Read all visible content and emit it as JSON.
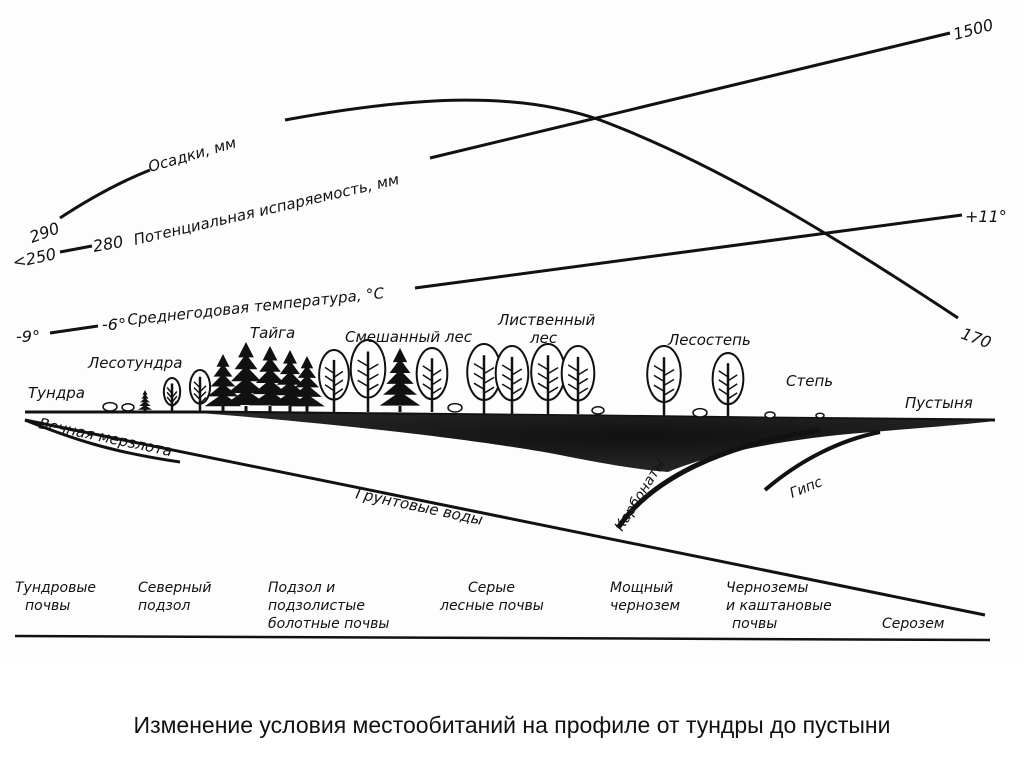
{
  "caption": "Изменение условия местообитаний на профиле от тундры до пустыни",
  "curves": {
    "precip_label": "Осадки, мм",
    "precip_start": "290",
    "precip_end": "170",
    "evap_label": "Потенциальная испаряемость, мм",
    "evap_start": "<250",
    "evap_mid": "280",
    "evap_end": "1500",
    "temp_label": "Среднегодовая температура, °C",
    "temp_start": "-9°",
    "temp_mid": "-6°",
    "temp_end": "+11°"
  },
  "zones": {
    "tundra": "Тундра",
    "forest_tundra": "Лесотундра",
    "taiga": "Тайга",
    "mixed_forest": "Смешанный лес",
    "deciduous_line1": "Лиственный",
    "deciduous_line2": "лес",
    "forest_steppe": "Лесостепь",
    "steppe": "Степь",
    "desert": "Пустыня"
  },
  "subsurface": {
    "permafrost": "Вечная мерзлота",
    "groundwater": "Грунтовые воды",
    "carbonates": "Карбонаты",
    "gypsum": "Гипс"
  },
  "soils": {
    "tundra_l1": "Тундровые",
    "tundra_l2": "почвы",
    "north_podzol_l1": "Северный",
    "north_podzol_l2": "подзол",
    "podzol_l1": "Подзол и",
    "podzol_l2": "подзолистые",
    "podzol_l3": "болотные почвы",
    "grey_l1": "Серые",
    "grey_l2": "лесные почвы",
    "chernozem_l1": "Мощный",
    "chernozem_l2": "чернозем",
    "chest_l1": "Черноземы",
    "chest_l2": "и каштановые",
    "chest_l3": "почвы",
    "serozem": "Серозем"
  }
}
